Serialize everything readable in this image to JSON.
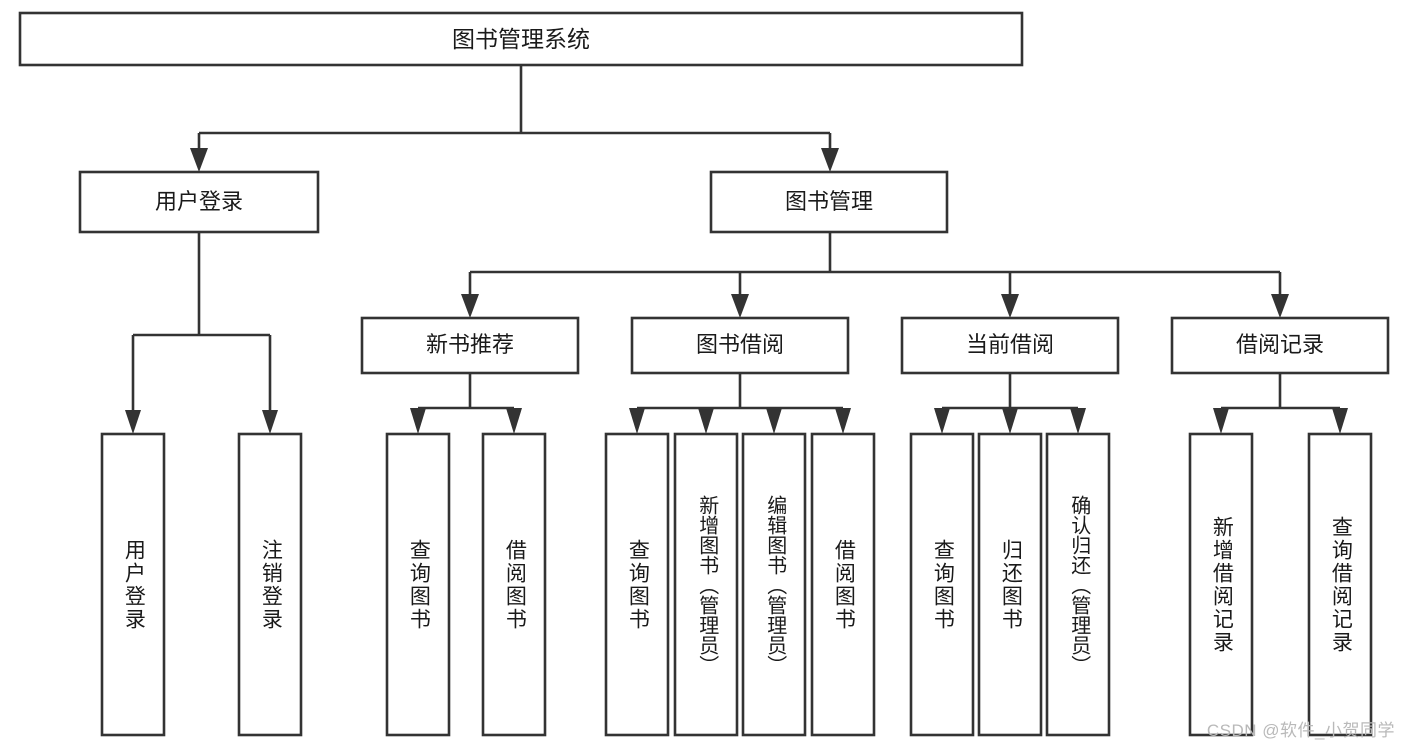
{
  "diagram": {
    "title": "图书管理系统",
    "watermark": "CSDN @软件_小贺同学",
    "colors": {
      "stroke": "#333333",
      "fill": "#ffffff",
      "text": "#1a1a1a",
      "watermark": "#b9b9b9"
    },
    "levels": {
      "root": {
        "label": "图书管理系统"
      },
      "level2": [
        {
          "label": "用户登录"
        },
        {
          "label": "图书管理"
        }
      ],
      "level3": [
        {
          "label": "新书推荐"
        },
        {
          "label": "图书借阅"
        },
        {
          "label": "当前借阅"
        },
        {
          "label": "借阅记录"
        }
      ],
      "leaves": {
        "user_login": [
          {
            "label": "用户登录"
          },
          {
            "label": "注销登录"
          }
        ],
        "new_book_recommend": [
          {
            "label": "查询图书"
          },
          {
            "label": "借阅图书"
          }
        ],
        "book_borrow": [
          {
            "label": "查询图书"
          },
          {
            "label": "新增图书（管理员）"
          },
          {
            "label": "编辑图书（管理员）"
          },
          {
            "label": "借阅图书"
          }
        ],
        "current_borrow": [
          {
            "label": "查询图书"
          },
          {
            "label": "归还图书"
          },
          {
            "label": "确认归还（管理员）"
          }
        ],
        "borrow_record": [
          {
            "label": "新增借阅记录"
          },
          {
            "label": "查询借阅记录"
          }
        ]
      }
    }
  }
}
